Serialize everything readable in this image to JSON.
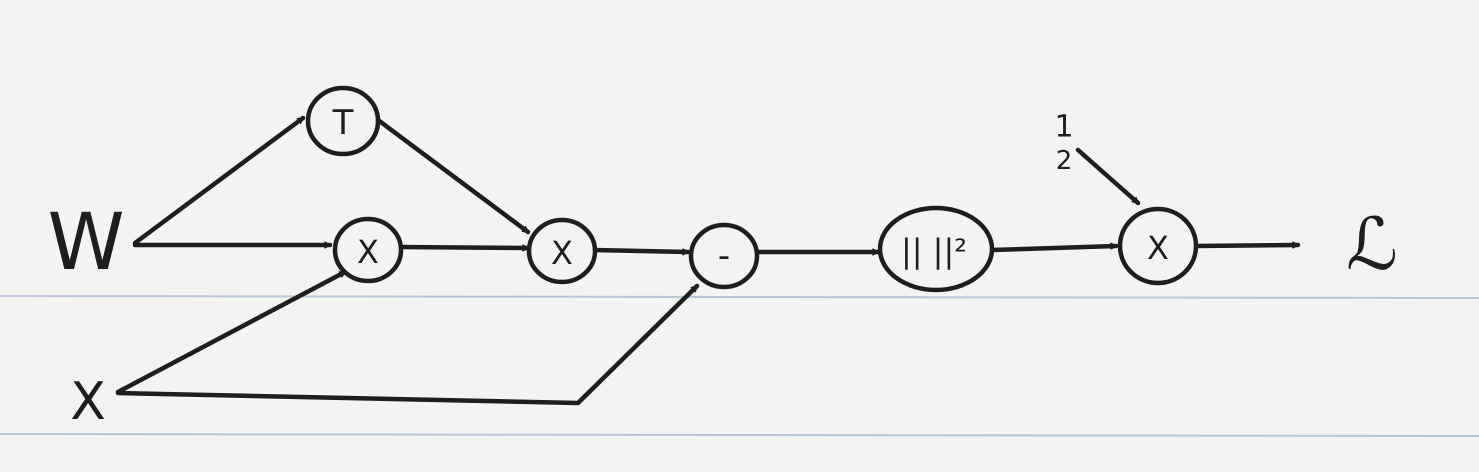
{
  "diagram": {
    "inputs": {
      "w": "W",
      "x": "X"
    },
    "nodes": {
      "transpose": "T",
      "mult1": "X",
      "mult2": "X",
      "subtract": "-",
      "norm": "|| ||²",
      "mult3": "X"
    },
    "constant": {
      "numerator": "1",
      "denominator": "2"
    },
    "output": "ℒ"
  },
  "colors": {
    "ink": "#1e1e1e",
    "paper": "#f3f3f1",
    "rule_line": "#b8c6d8"
  }
}
